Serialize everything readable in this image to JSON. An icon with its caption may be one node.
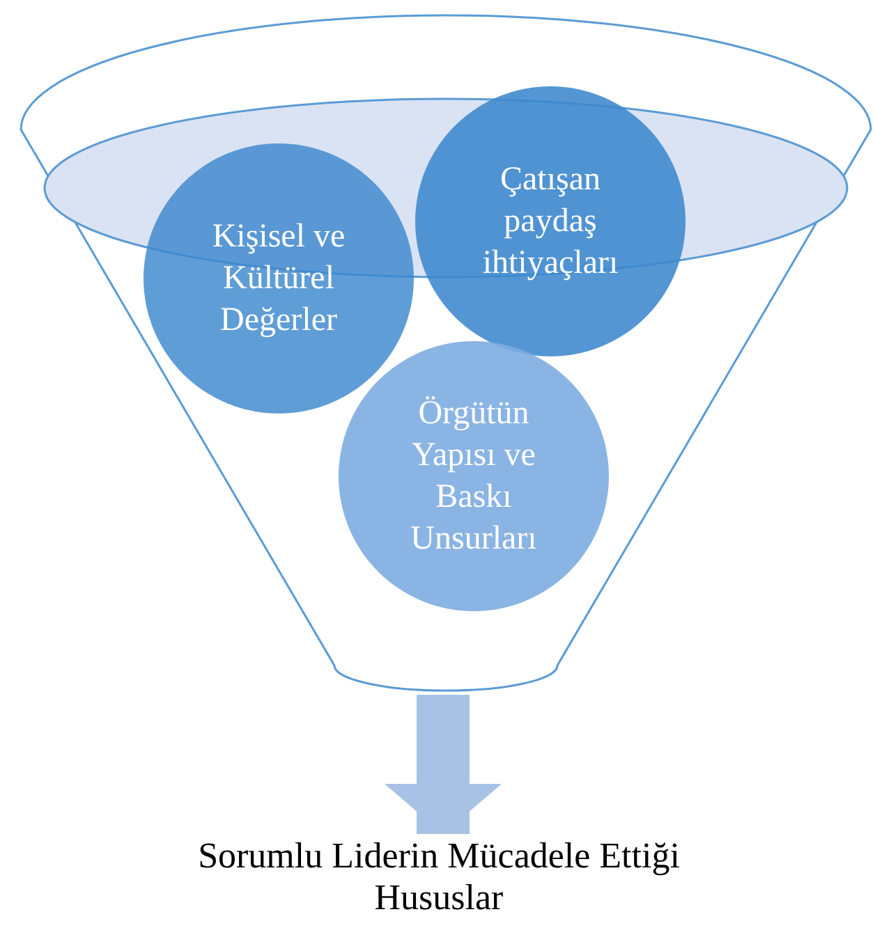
{
  "diagram": {
    "nodes": [
      {
        "text": [],
        "shape": "funnel"
      },
      {
        "text": [
          "Kişisel ve Kültürel Değerler"
        ],
        "in": 0
      },
      {
        "text": [
          "Çatışan paydaş ihtiyaçları"
        ],
        "in": 0
      },
      {
        "text": [
          "Örgütün Yapısı ve Baskı Unsurları"
        ],
        "in": 0
      },
      {
        "text": [
          "Sorumlu Liderin Mücadele Ettiği Hususlar"
        ]
      }
    ],
    "edges": [
      {
        "from": 0,
        "to": 4,
        "arrow": "to"
      }
    ]
  }
}
